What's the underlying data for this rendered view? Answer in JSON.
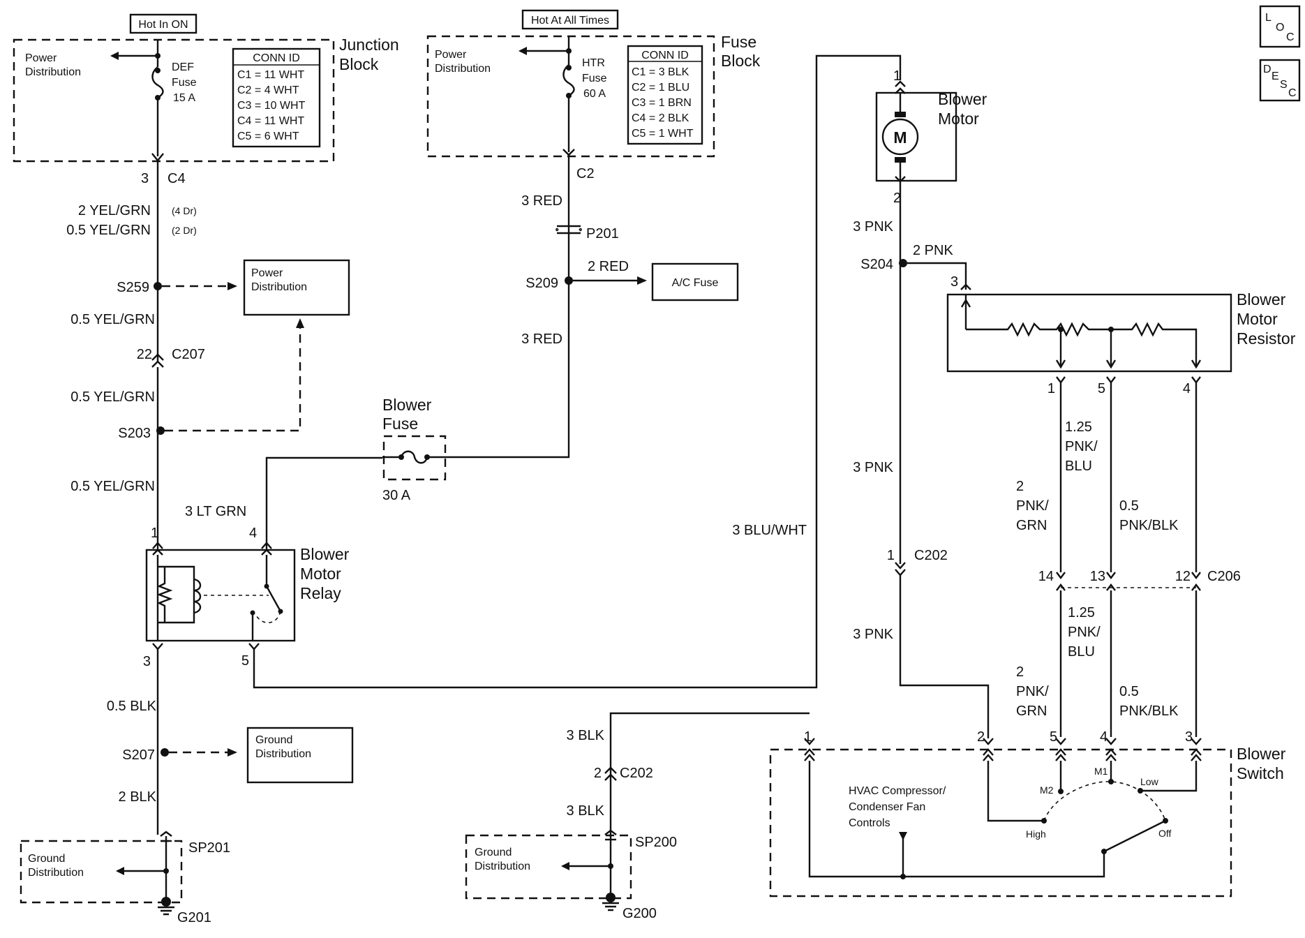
{
  "badges": {
    "hot_on": "Hot In ON",
    "hot_all": "Hot At All Times",
    "loc": "LOC",
    "desc": "DESC"
  },
  "junction_block": {
    "title_1": "Junction",
    "title_2": "Block",
    "power_dist_1": "Power",
    "power_dist_2": "Distribution",
    "fuse_1": "DEF",
    "fuse_2": "Fuse",
    "fuse_3": "15 A",
    "conn_header": "CONN ID",
    "conn_rows": [
      "C1 = 11 WHT",
      "C2 = 4 WHT",
      "C3 = 10 WHT",
      "C4 = 11 WHT",
      "C5 = 6 WHT"
    ]
  },
  "fuse_block": {
    "title_1": "Fuse",
    "title_2": "Block",
    "power_dist_1": "Power",
    "power_dist_2": "Distribution",
    "fuse_1": "HTR",
    "fuse_2": "Fuse",
    "fuse_3": "60 A",
    "conn_header": "CONN ID",
    "conn_rows": [
      "C1 = 3 BLK",
      "C2 = 1 BLU",
      "C3 = 1 BRN",
      "C4 = 2 BLK",
      "C5 = 1 WHT"
    ]
  },
  "left_circuit": {
    "pin_c4": "3",
    "conn_c4": "C4",
    "wire_4dr": "2 YEL/GRN",
    "wire_4dr_note": "(4 Dr)",
    "wire_2dr": "0.5 YEL/GRN",
    "wire_2dr_note": "(2 Dr)",
    "splice_s259": "S259",
    "power_dist_1": "Power",
    "power_dist_2": "Distribution",
    "wire_a": "0.5 YEL/GRN",
    "pin_c207": "22",
    "conn_c207": "C207",
    "wire_b": "0.5 YEL/GRN",
    "splice_s203": "S203",
    "wire_c": "0.5 YEL/GRN",
    "wire_lt_grn": "3 LT GRN",
    "relay_pin_1": "1",
    "relay_pin_4": "4",
    "relay_pin_3": "3",
    "relay_pin_5": "5",
    "relay_1": "Blower",
    "relay_2": "Motor",
    "relay_3": "Relay",
    "wire_blk_a": "0.5 BLK",
    "splice_s207": "S207",
    "ground_dist_1": "Ground",
    "ground_dist_2": "Distribution",
    "wire_blk_b": "2 BLK",
    "sp201": "SP201",
    "ground_box_1": "Ground",
    "ground_box_2": "Distribution",
    "g201": "G201"
  },
  "center_circuit": {
    "conn_c2": "C2",
    "wire_red_a": "3 RED",
    "p201": "P201",
    "splice_s209": "S209",
    "wire_red_2": "2 RED",
    "ac_fuse": "A/C Fuse",
    "wire_red_b": "3 RED",
    "blower_fuse_1": "Blower",
    "blower_fuse_2": "Fuse",
    "blower_fuse_amp": "30 A",
    "wire_blu_wht": "3 BLU/WHT",
    "wire_blk_c": "3 BLK",
    "pin_c202": "2",
    "conn_c202": "C202",
    "wire_blk_d": "3 BLK",
    "sp200": "SP200",
    "ground_box_1": "Ground",
    "ground_box_2": "Distribution",
    "g200": "G200"
  },
  "right_circuit": {
    "motor_pin_1": "1",
    "motor_pin_2": "2",
    "motor_1": "Blower",
    "motor_2": "Motor",
    "motor_symbol": "M",
    "wire_pnk_a": "3 PNK",
    "splice_s204": "S204",
    "wire_pnk_2": "2 PNK",
    "resistor_pin_3": "3",
    "resistor_1": "Blower",
    "resistor_2": "Motor",
    "resistor_3": "Resistor",
    "resistor_pin_1": "1",
    "resistor_pin_5": "5",
    "resistor_pin_4": "4",
    "wire_pnk_b": "3 PNK",
    "wire_125_1": "1.25",
    "wire_125_2": "PNK/",
    "wire_125_3": "BLU",
    "wire_2_1": "2",
    "wire_2_2": "PNK/",
    "wire_2_3": "GRN",
    "wire_05_1": "0.5",
    "wire_05_2": "PNK/BLK",
    "pin_c202": "1",
    "conn_c202": "C202",
    "pin_14": "14",
    "pin_13": "13",
    "pin_12": "12",
    "conn_c206": "C206",
    "wire_pnk_c": "3 PNK",
    "wire_125b_1": "1.25",
    "wire_125b_2": "PNK/",
    "wire_125b_3": "BLU",
    "wire_2b_1": "2",
    "wire_2b_2": "PNK/",
    "wire_2b_3": "GRN",
    "wire_05b_1": "0.5",
    "wire_05b_2": "PNK/BLK",
    "sw_pin_1": "1",
    "sw_pin_2": "2",
    "sw_pin_5": "5",
    "sw_pin_4": "4",
    "sw_pin_3": "3",
    "switch_1": "Blower",
    "switch_2": "Switch",
    "hvac_1": "HVAC Compressor/",
    "hvac_2": "Condenser Fan",
    "hvac_3": "Controls",
    "pos_m1": "M1",
    "pos_m2": "M2",
    "pos_low": "Low",
    "pos_high": "High",
    "pos_off": "Off"
  }
}
